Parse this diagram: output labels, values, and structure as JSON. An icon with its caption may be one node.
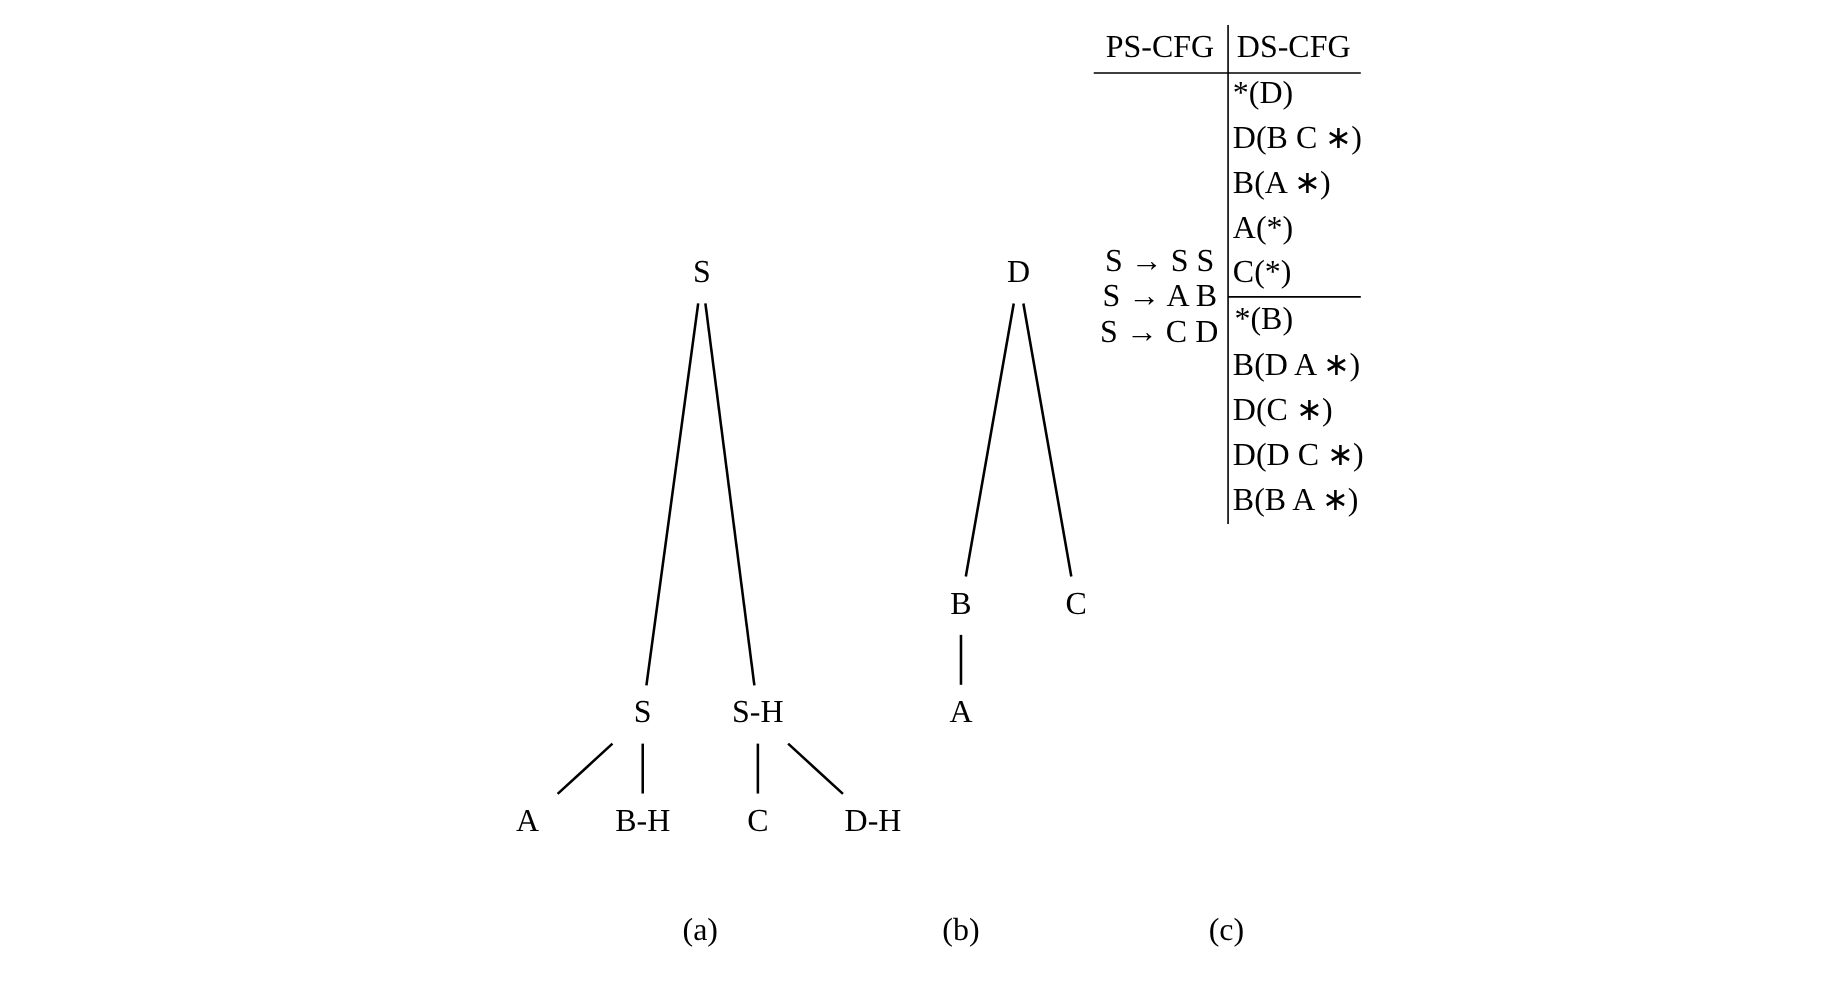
{
  "diagram": {
    "nodes": [
      {
        "text": [
          "S"
        ]
      },
      {
        "text": [
          "S"
        ]
      },
      {
        "text": [
          "S-H"
        ]
      },
      {
        "text": [
          "A"
        ]
      },
      {
        "text": [
          "B-H"
        ]
      },
      {
        "text": [
          "C"
        ]
      },
      {
        "text": [
          "D-H"
        ]
      },
      {
        "text": [
          "D"
        ]
      },
      {
        "text": [
          "B"
        ]
      },
      {
        "text": [
          "C"
        ]
      },
      {
        "text": [
          "A"
        ]
      }
    ],
    "edges": [
      {
        "from": 0,
        "to": 1,
        "arrow": "none"
      },
      {
        "from": 0,
        "to": 2,
        "arrow": "none"
      },
      {
        "from": 1,
        "to": 3,
        "arrow": "none"
      },
      {
        "from": 1,
        "to": 4,
        "arrow": "none"
      },
      {
        "from": 2,
        "to": 5,
        "arrow": "none"
      },
      {
        "from": 2,
        "to": 6,
        "arrow": "none"
      },
      {
        "from": 7,
        "to": 8,
        "arrow": "none"
      },
      {
        "from": 7,
        "to": 9,
        "arrow": "none"
      },
      {
        "from": 8,
        "to": 10,
        "arrow": "none"
      }
    ],
    "labels": [
      "PS-CFG",
      "DS-CFG",
      "S → S S",
      "S → A B",
      "S → C D",
      "*(D)",
      "D(B C ∗)",
      "B(A ∗)",
      "A(*)",
      "C(*)",
      "*(B)",
      "B(D A ∗)",
      "D(C ∗)",
      "D(D C ∗)",
      "B(B A ∗)",
      "(a)",
      "(b)",
      "(c)"
    ]
  }
}
